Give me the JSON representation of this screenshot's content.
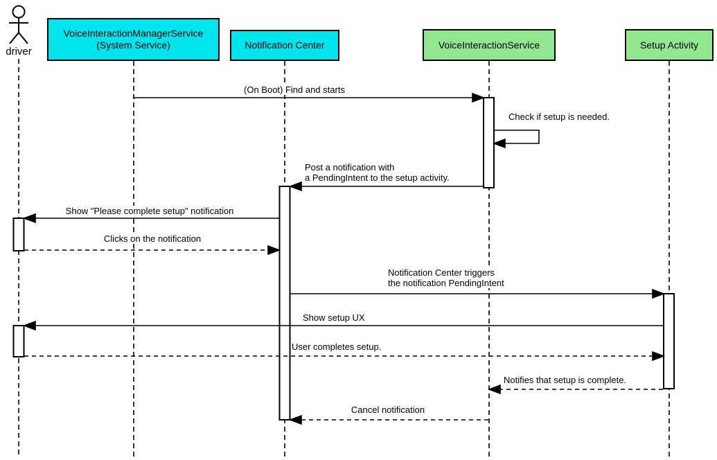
{
  "participants": {
    "driver": {
      "label": "driver",
      "type": "actor"
    },
    "vims": {
      "label": "VoiceInteractionManagerService\n(System Service)",
      "fill_color": "#00E4EE"
    },
    "notification_center": {
      "label": "Notification Center",
      "fill_color": "#00E4EE"
    },
    "voice_interaction_service": {
      "label": "VoiceInteractionService",
      "fill_color": "#90E78F"
    },
    "setup_activity": {
      "label": "Setup Activity",
      "fill_color": "#90E78F"
    }
  },
  "messages": {
    "on_boot": {
      "label": "(On Boot) Find and starts",
      "from": "vims",
      "to": "voice_interaction_service",
      "line_style": "solid"
    },
    "check_setup": {
      "label": "Check if setup is needed.",
      "from": "voice_interaction_service",
      "to": "voice_interaction_service",
      "line_style": "solid"
    },
    "post_notification": {
      "label": "Post a notification with\na PendingIntent to the setup activity.",
      "from": "voice_interaction_service",
      "to": "notification_center",
      "line_style": "solid"
    },
    "show_notification": {
      "label": "Show \"Please complete setup\" notification",
      "from": "notification_center",
      "to": "driver",
      "line_style": "solid"
    },
    "clicks_notification": {
      "label": "Clicks on the notification",
      "from": "driver",
      "to": "notification_center",
      "line_style": "dashed"
    },
    "trigger_pending_intent": {
      "label": "Notification Center triggers\nthe notification PendingIntent",
      "from": "notification_center",
      "to": "setup_activity",
      "line_style": "solid"
    },
    "show_setup_ux": {
      "label": "Show setup UX",
      "from": "setup_activity",
      "to": "driver",
      "line_style": "solid"
    },
    "user_completes_setup": {
      "label": "User completes setup.",
      "from": "driver",
      "to": "setup_activity",
      "line_style": "dashed"
    },
    "notifies_setup_complete": {
      "label": "Notifies that setup is complete.",
      "from": "setup_activity",
      "to": "voice_interaction_service",
      "line_style": "dashed"
    },
    "cancel_notification": {
      "label": "Cancel notification",
      "from": "voice_interaction_service",
      "to": "notification_center",
      "line_style": "dashed"
    }
  }
}
